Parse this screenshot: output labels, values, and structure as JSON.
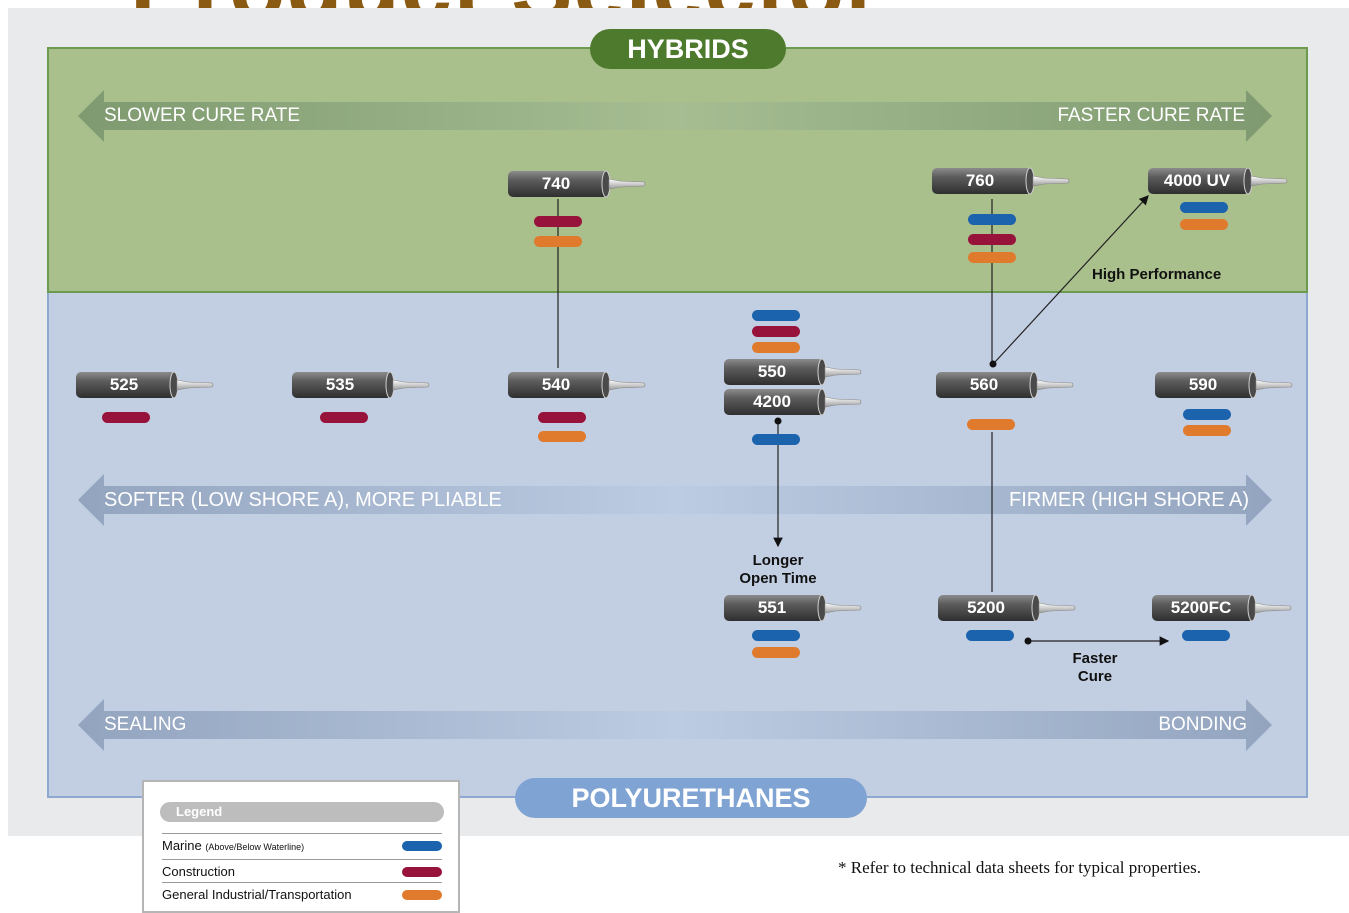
{
  "title": "Product Selector",
  "zones": {
    "hybrids_label": "HYBRIDS",
    "polyurethanes_label": "POLYURETHANES"
  },
  "scales": {
    "cure_left": "SLOWER CURE RATE",
    "cure_right": "FASTER CURE RATE",
    "hardness_left": "SOFTER (LOW SHORE A), MORE PLIABLE",
    "hardness_right": "FIRMER (HIGH SHORE A)",
    "use_left": "SEALING",
    "use_right": "BONDING"
  },
  "products": [
    {
      "id": "740",
      "label": "740",
      "uses": [
        "construction",
        "industrial"
      ]
    },
    {
      "id": "760",
      "label": "760",
      "uses": [
        "marine",
        "construction",
        "industrial"
      ]
    },
    {
      "id": "4000uv",
      "label": "4000 UV",
      "uses": [
        "marine",
        "industrial"
      ]
    },
    {
      "id": "525",
      "label": "525",
      "uses": [
        "construction"
      ]
    },
    {
      "id": "535",
      "label": "535",
      "uses": [
        "construction"
      ]
    },
    {
      "id": "540",
      "label": "540",
      "uses": [
        "construction",
        "industrial"
      ]
    },
    {
      "id": "550",
      "label": "550",
      "uses": [
        "marine",
        "construction",
        "industrial"
      ]
    },
    {
      "id": "4200",
      "label": "4200",
      "uses": [
        "marine"
      ]
    },
    {
      "id": "560",
      "label": "560",
      "uses": [
        "industrial"
      ]
    },
    {
      "id": "590",
      "label": "590",
      "uses": [
        "marine",
        "industrial"
      ]
    },
    {
      "id": "551",
      "label": "551",
      "uses": [
        "marine",
        "industrial"
      ]
    },
    {
      "id": "5200",
      "label": "5200",
      "uses": [
        "marine"
      ]
    },
    {
      "id": "5200fc",
      "label": "5200FC",
      "uses": [
        "marine"
      ]
    }
  ],
  "annotations": {
    "high_performance": "High Performance",
    "longer_open_time_1": "Longer",
    "longer_open_time_2": "Open Time",
    "faster_cure_1": "Faster",
    "faster_cure_2": "Cure"
  },
  "legend": {
    "title": "Legend",
    "marine": "Marine",
    "marine_note": "(Above/Below Waterline)",
    "construction": "Construction",
    "industrial": "General Industrial/Transportation"
  },
  "colors": {
    "marine": "#1c63ad",
    "construction": "#98133c",
    "industrial": "#e07b2e"
  },
  "footnote": "* Refer to technical data sheets for typical properties."
}
